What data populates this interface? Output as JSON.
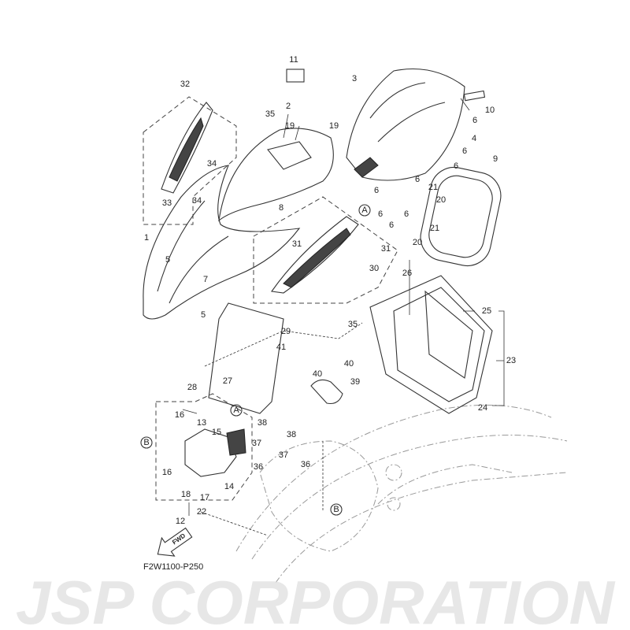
{
  "watermark": "JSP CORPORATION",
  "diagram_code": "F2W1100-P250",
  "fwd_label": "FWD",
  "callouts": [
    "11",
    "3",
    "10",
    "32",
    "35",
    "2",
    "19",
    "19",
    "6",
    "4",
    "6",
    "6",
    "9",
    "34",
    "34",
    "33",
    "8",
    "6",
    "6",
    "6",
    "6",
    "6",
    "21",
    "20",
    "21",
    "20",
    "A",
    "1",
    "5",
    "7",
    "31",
    "31",
    "30",
    "26",
    "5",
    "29",
    "35",
    "25",
    "23",
    "41",
    "40",
    "40",
    "28",
    "27",
    "39",
    "24",
    "38",
    "38",
    "16",
    "13",
    "15",
    "A",
    "B",
    "37",
    "37",
    "36",
    "36",
    "16",
    "18",
    "17",
    "14",
    "12",
    "22",
    "B"
  ]
}
